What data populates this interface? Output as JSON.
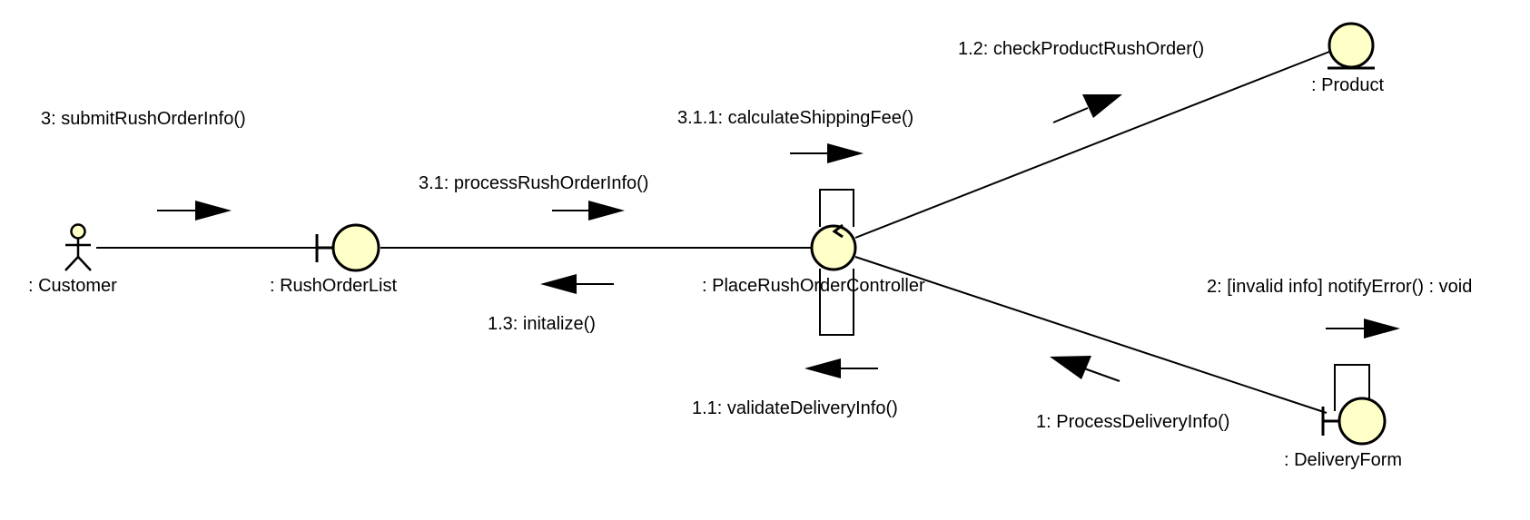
{
  "diagram": {
    "objects": {
      "customer": ": Customer",
      "rush_order_list": ": RushOrderList",
      "controller": ": PlaceRushOrderController",
      "product": ": Product",
      "delivery_form": ": DeliveryForm"
    },
    "messages": {
      "m3": "3: submitRushOrderInfo()",
      "m3_1": "3.1: processRushOrderInfo()",
      "m3_1_1": "3.1.1: calculateShippingFee()",
      "m1_2": "1.2: checkProductRushOrder()",
      "m1_3": "1.3: initalize()",
      "m1_1": "1.1: validateDeliveryInfo()",
      "m1": "1: ProcessDeliveryInfo()",
      "m2": "2: [invalid info] notifyError() : void"
    },
    "colors": {
      "object_fill": "#FFFFC8",
      "stroke": "#000000"
    }
  }
}
